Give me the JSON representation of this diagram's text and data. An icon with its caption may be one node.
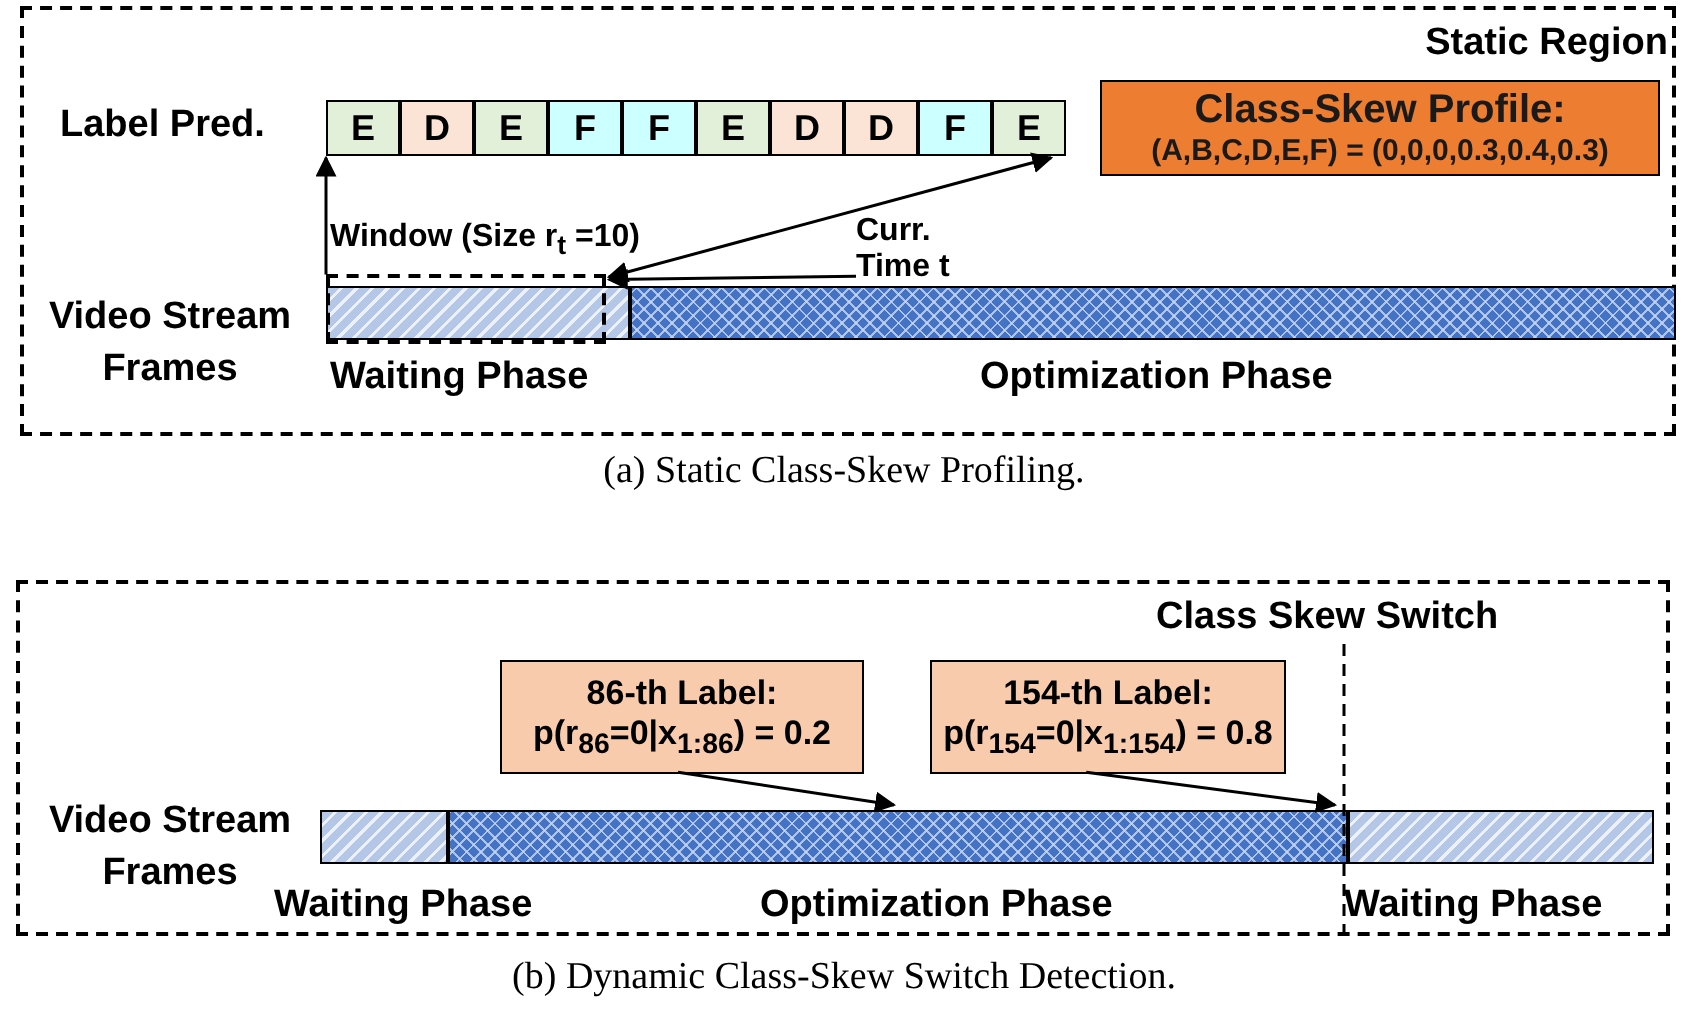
{
  "diagram": {
    "nodes": [
      {
        "text": [
          "Static Region"
        ]
      },
      {
        "text": [
          "E"
        ],
        "in": 0
      },
      {
        "text": [
          "D"
        ],
        "in": 0
      },
      {
        "text": [
          "E"
        ],
        "in": 0
      },
      {
        "text": [
          "F"
        ],
        "in": 0
      },
      {
        "text": [
          "F"
        ],
        "in": 0
      },
      {
        "text": [
          "E"
        ],
        "in": 0
      },
      {
        "text": [
          "D"
        ],
        "in": 0
      },
      {
        "text": [
          "D"
        ],
        "in": 0
      },
      {
        "text": [
          "F"
        ],
        "in": 0
      },
      {
        "text": [
          "E"
        ],
        "in": 0
      },
      {
        "text": [
          "Class-Skew Profile:",
          "(A,B,C,D,E,F) = (0,0,0,0.3,0.4,0.3)"
        ],
        "in": 0
      },
      {
        "text": [],
        "shape": "bar",
        "in": 0,
        "beside": [
          "Waiting Phase"
        ]
      },
      {
        "text": [],
        "shape": "bar",
        "in": 0,
        "beside": [
          "Optimization Phase"
        ]
      },
      {
        "text": [
          "Window (Size r$_{t}$ =10)"
        ],
        "in": 0
      },
      {
        "text": [
          "Curr. Time t"
        ],
        "in": 0
      },
      {
        "text": [],
        "shape": "box"
      },
      {
        "text": [],
        "shape": "bar",
        "in": 16,
        "beside": [
          "Waiting Phase"
        ]
      },
      {
        "text": [],
        "shape": "bar",
        "in": 16,
        "beside": [
          "Optimization Phase"
        ]
      },
      {
        "text": [],
        "shape": "bar",
        "in": 16,
        "beside": [
          "Waiting Phase"
        ]
      },
      {
        "text": [
          "86-th Label:",
          "p(r$_{86}$=0|x$_{1:86}$) = 0.2"
        ],
        "in": 16
      },
      {
        "text": [
          "154-th Label:",
          "p(r$_{154}$=0|x$_{1:154}$) = 0.8"
        ],
        "in": 16
      }
    ],
    "edges": [
      {
        "from": 14,
        "to": 1,
        "arrow": "to"
      },
      {
        "from": 15,
        "to": 14,
        "arrow": "to"
      },
      {
        "from": 14,
        "to": 10,
        "arrow": "both"
      },
      {
        "from": 20,
        "to": 18,
        "arrow": "to"
      },
      {
        "from": 21,
        "to": 18,
        "arrow": "to"
      }
    ],
    "labels": [
      "Label Pred.",
      "Video Stream Frames",
      "(a) Static Class-Skew Profiling.",
      "Class Skew Switch",
      "Video Stream Frames",
      "(b) Dynamic Class-Skew Switch Detection."
    ]
  }
}
